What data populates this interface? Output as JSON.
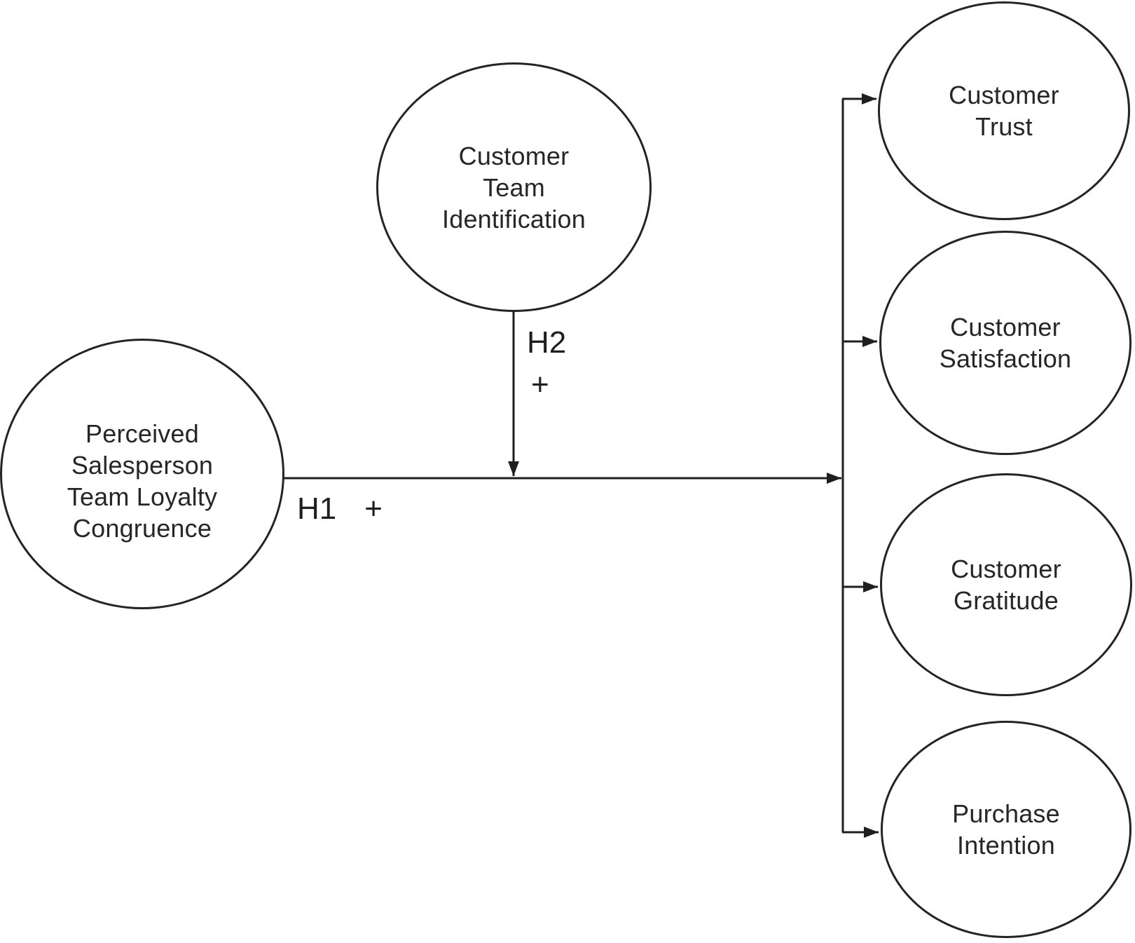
{
  "figure": {
    "type": "conceptual-model-path-diagram",
    "background_color": "#ffffff",
    "stroke_color": "#242424",
    "text_color": "#262626"
  },
  "nodes": {
    "antecedent": {
      "lines": [
        "Perceived",
        "Salesperson",
        "Team Loyalty",
        "Congruence"
      ]
    },
    "moderator": {
      "lines": [
        "Customer",
        "Team",
        "Identification"
      ]
    },
    "trust": {
      "lines": [
        "Customer",
        "Trust"
      ]
    },
    "satisfaction": {
      "lines": [
        "Customer",
        "Satisfaction"
      ]
    },
    "gratitude": {
      "lines": [
        "Customer",
        "Gratitude"
      ]
    },
    "purchase": {
      "lines": [
        "Purchase",
        "Intention"
      ]
    }
  },
  "hypotheses": {
    "h1": {
      "label": "H1",
      "sign": "+"
    },
    "h2": {
      "label": "H2",
      "sign": "+"
    }
  },
  "edges": [
    {
      "from": "Perceived Salesperson Team Loyalty Congruence",
      "to": "outcomes junction",
      "hypothesis": "H1",
      "sign": "+"
    },
    {
      "from": "Customer Team Identification",
      "to": "H1 path (moderation)",
      "hypothesis": "H2",
      "sign": "+"
    },
    {
      "from": "outcomes junction",
      "to": "Customer Trust"
    },
    {
      "from": "outcomes junction",
      "to": "Customer Satisfaction"
    },
    {
      "from": "outcomes junction",
      "to": "Customer Gratitude"
    },
    {
      "from": "outcomes junction",
      "to": "Purchase Intention"
    }
  ]
}
